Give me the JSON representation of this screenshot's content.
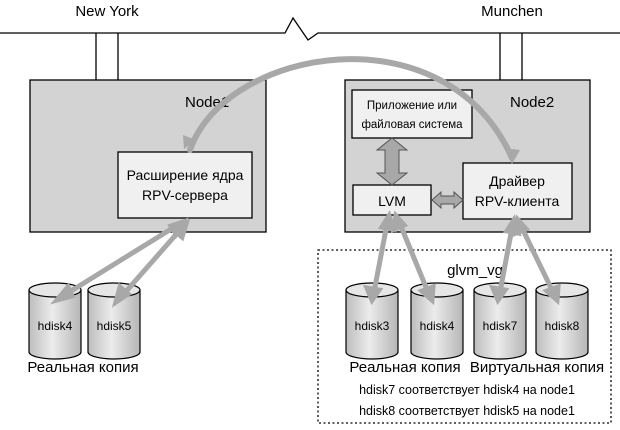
{
  "sites": {
    "left": "New York",
    "right": "Munchen"
  },
  "node1": {
    "title": "Node1",
    "kernel_ext_line1": "Расширение ядра",
    "kernel_ext_line2": "RPV-сервера"
  },
  "node2": {
    "title": "Node2",
    "app_line1": "Приложение или",
    "app_line2": "файловая система",
    "lvm": "LVM",
    "driver_line1": "Драйвер",
    "driver_line2": "RPV-клиента"
  },
  "left_disks": {
    "disks": [
      "hdisk4",
      "hdisk5"
    ],
    "caption": "Реальная копия"
  },
  "glvm_vg": {
    "title": "glvm_vg",
    "disks": [
      "hdisk3",
      "hdisk4",
      "hdisk7",
      "hdisk8"
    ],
    "real_caption": "Реальная копия",
    "virtual_caption": "Виртуальная копия",
    "note1": "hdisk7 соответствует hdisk4 на node1",
    "note2": "hdisk8 соответствует hdisk5 на node1"
  },
  "colors": {
    "node_fill": "#d3d3d3",
    "disk_fill": "#dcdcdc",
    "arrow_fill": "#a8a8a8",
    "arrow_stroke": "#7a7a7a",
    "box_fill": "#f0f0f0"
  }
}
